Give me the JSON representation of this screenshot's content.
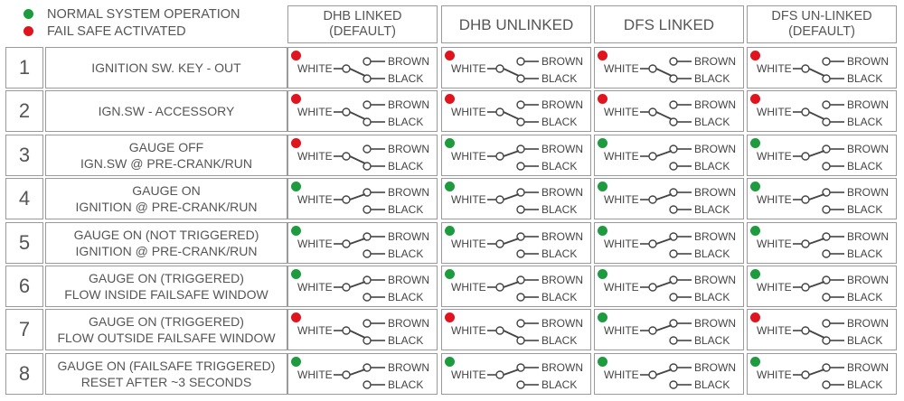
{
  "colors": {
    "normal": "#1e9a3f",
    "failsafe": "#e0141e"
  },
  "legend": {
    "normal_label": "NORMAL SYSTEM OPERATION",
    "failsafe_label": "FAIL SAFE  ACTIVATED"
  },
  "switch_labels": {
    "common": "WHITE",
    "upper": "BROWN",
    "lower": "BLACK"
  },
  "columns": [
    {
      "label": "DHB LINKED\n(DEFAULT)"
    },
    {
      "label": "DHB UNLINKED"
    },
    {
      "label": "DFS LINKED"
    },
    {
      "label": "DFS UN-LINKED\n(DEFAULT)"
    }
  ],
  "rows": [
    {
      "num": "1",
      "desc": "IGNITION SW. KEY - OUT",
      "cells": [
        {
          "status": "failsafe",
          "pos": "lower"
        },
        {
          "status": "failsafe",
          "pos": "lower"
        },
        {
          "status": "failsafe",
          "pos": "lower"
        },
        {
          "status": "failsafe",
          "pos": "lower"
        }
      ]
    },
    {
      "num": "2",
      "desc": "IGN.SW - ACCESSORY",
      "cells": [
        {
          "status": "failsafe",
          "pos": "lower"
        },
        {
          "status": "failsafe",
          "pos": "lower"
        },
        {
          "status": "failsafe",
          "pos": "lower"
        },
        {
          "status": "failsafe",
          "pos": "lower"
        }
      ]
    },
    {
      "num": "3",
      "desc": "GAUGE OFF\nIGN.SW  @ PRE-CRANK/RUN",
      "cells": [
        {
          "status": "failsafe",
          "pos": "lower"
        },
        {
          "status": "normal",
          "pos": "upper"
        },
        {
          "status": "normal",
          "pos": "upper"
        },
        {
          "status": "normal",
          "pos": "upper"
        }
      ]
    },
    {
      "num": "4",
      "desc": "GAUGE ON\nIGNITION @ PRE-CRANK/RUN",
      "cells": [
        {
          "status": "normal",
          "pos": "upper"
        },
        {
          "status": "normal",
          "pos": "upper"
        },
        {
          "status": "normal",
          "pos": "upper"
        },
        {
          "status": "normal",
          "pos": "upper"
        }
      ]
    },
    {
      "num": "5",
      "desc": "GAUGE ON (NOT TRIGGERED)\nIGNITION @ PRE-CRANK/RUN",
      "cells": [
        {
          "status": "normal",
          "pos": "upper"
        },
        {
          "status": "normal",
          "pos": "upper"
        },
        {
          "status": "normal",
          "pos": "upper"
        },
        {
          "status": "normal",
          "pos": "upper"
        }
      ]
    },
    {
      "num": "6",
      "desc": "GAUGE ON (TRIGGERED)\nFLOW INSIDE FAILSAFE WINDOW",
      "cells": [
        {
          "status": "normal",
          "pos": "upper"
        },
        {
          "status": "normal",
          "pos": "upper"
        },
        {
          "status": "normal",
          "pos": "upper"
        },
        {
          "status": "normal",
          "pos": "upper"
        }
      ]
    },
    {
      "num": "7",
      "desc": "GAUGE ON (TRIGGERED)\nFLOW OUTSIDE FAILSAFE WINDOW",
      "cells": [
        {
          "status": "failsafe",
          "pos": "lower"
        },
        {
          "status": "failsafe",
          "pos": "lower"
        },
        {
          "status": "normal",
          "pos": "upper"
        },
        {
          "status": "failsafe",
          "pos": "lower"
        }
      ]
    },
    {
      "num": "8",
      "desc": "GAUGE ON (FAILSAFE TRIGGERED)\nRESET AFTER ~3 SECONDS",
      "cells": [
        {
          "status": "normal",
          "pos": "upper"
        },
        {
          "status": "normal",
          "pos": "upper"
        },
        {
          "status": "normal",
          "pos": "upper"
        },
        {
          "status": "normal",
          "pos": "upper"
        }
      ]
    }
  ]
}
